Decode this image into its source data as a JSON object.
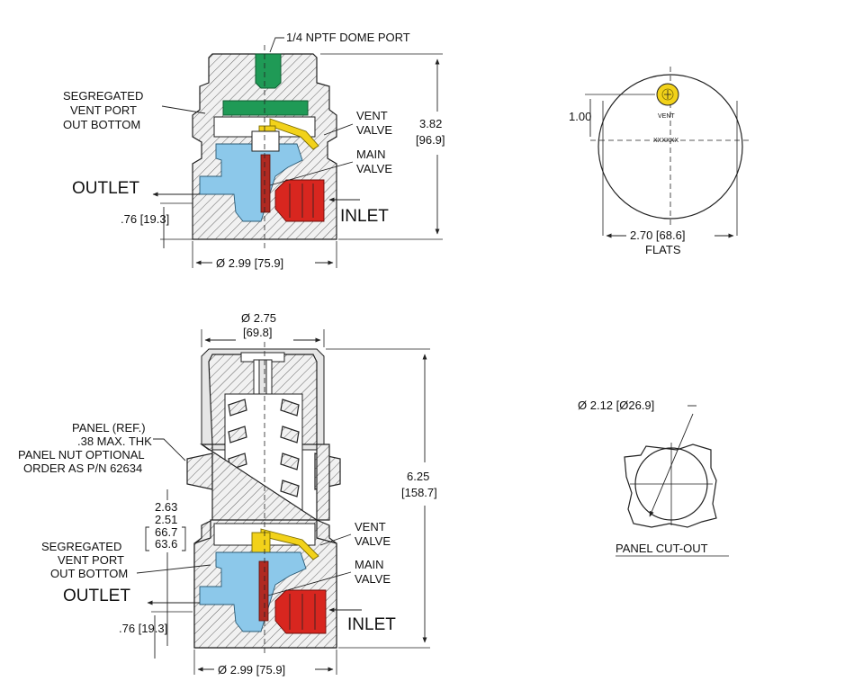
{
  "top_view": {
    "dome_port_label": "1/4 NPTF DOME PORT",
    "vent_port_label": [
      "SEGREGATED",
      "VENT PORT",
      "OUT BOTTOM"
    ],
    "vent_valve_label": [
      "VENT",
      "VALVE"
    ],
    "main_valve_label": [
      "MAIN",
      "VALVE"
    ],
    "outlet_label": "OUTLET",
    "inlet_label": "INLET",
    "height_dim": [
      "3.82",
      "[96.9]"
    ],
    "outlet_height_dim": ".76 [19.3]",
    "diameter_dim": "Ø 2.99 [75.9]"
  },
  "plan_view": {
    "vent_height_dim": "1.00",
    "vent_label": "VENT",
    "marking_label": "XXXXXX",
    "flats_dim": "2.70 [68.6]",
    "flats_label": "FLATS"
  },
  "bottom_view": {
    "top_diameter_dim": [
      "Ø 2.75",
      "[69.8]"
    ],
    "panel_label": [
      "PANEL (REF.)",
      ".38 MAX. THK",
      "PANEL NUT OPTIONAL",
      "ORDER AS P/N 62634"
    ],
    "panel_dims": [
      "2.63",
      "2.51"
    ],
    "panel_dims_metric": [
      "66.7",
      "63.6"
    ],
    "vent_port_label": [
      "SEGREGATED",
      "VENT PORT",
      "OUT BOTTOM"
    ],
    "vent_valve_label": [
      "VENT",
      "VALVE"
    ],
    "main_valve_label": [
      "MAIN",
      "VALVE"
    ],
    "outlet_label": "OUTLET",
    "inlet_label": "INLET",
    "height_dim": [
      "6.25",
      "[158.7]"
    ],
    "outlet_height_dim": ".76 [19.3]",
    "diameter_dim": "Ø 2.99 [75.9]"
  },
  "panel_cutout": {
    "diameter_dim": "Ø 2.12 [Ø26.9]",
    "title": "PANEL CUT-OUT"
  },
  "colors": {
    "dome": "#1f9a56",
    "outlet_flow": "#8cc8ea",
    "inlet_flow": "#d8261f",
    "vent_yellow": "#f2d21a",
    "stem_red": "#b02a22"
  }
}
